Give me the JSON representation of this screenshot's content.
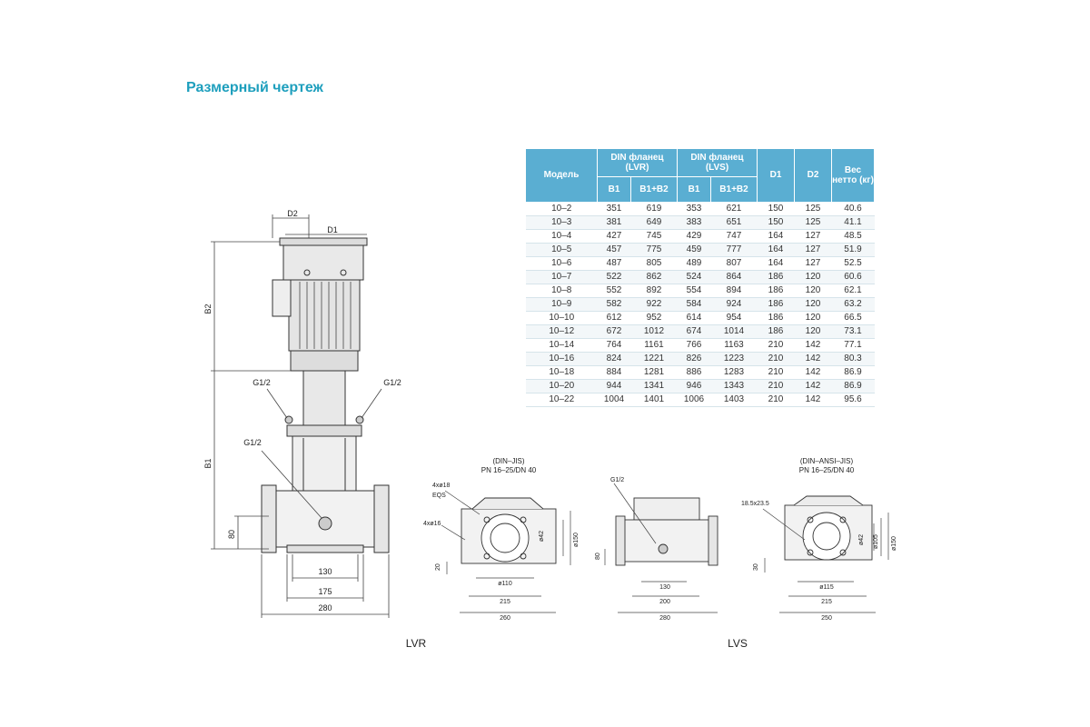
{
  "title": "Размерный чертеж",
  "table": {
    "header_model": "Модель",
    "header_din_lvr": "DIN фланец (LVR)",
    "header_din_lvs": "DIN фланец (LVS)",
    "header_d1": "D1",
    "header_d2": "D2",
    "header_weight": "Вес нетто (кг)",
    "sub_b1": "B1",
    "sub_b1b2": "B1+B2",
    "rows": [
      [
        "10–2",
        "351",
        "619",
        "353",
        "621",
        "150",
        "125",
        "40.6"
      ],
      [
        "10–3",
        "381",
        "649",
        "383",
        "651",
        "150",
        "125",
        "41.1"
      ],
      [
        "10–4",
        "427",
        "745",
        "429",
        "747",
        "164",
        "127",
        "48.5"
      ],
      [
        "10–5",
        "457",
        "775",
        "459",
        "777",
        "164",
        "127",
        "51.9"
      ],
      [
        "10–6",
        "487",
        "805",
        "489",
        "807",
        "164",
        "127",
        "52.5"
      ],
      [
        "10–7",
        "522",
        "862",
        "524",
        "864",
        "186",
        "120",
        "60.6"
      ],
      [
        "10–8",
        "552",
        "892",
        "554",
        "894",
        "186",
        "120",
        "62.1"
      ],
      [
        "10–9",
        "582",
        "922",
        "584",
        "924",
        "186",
        "120",
        "63.2"
      ],
      [
        "10–10",
        "612",
        "952",
        "614",
        "954",
        "186",
        "120",
        "66.5"
      ],
      [
        "10–12",
        "672",
        "1012",
        "674",
        "1014",
        "186",
        "120",
        "73.1"
      ],
      [
        "10–14",
        "764",
        "1161",
        "766",
        "1163",
        "210",
        "142",
        "77.1"
      ],
      [
        "10–16",
        "824",
        "1221",
        "826",
        "1223",
        "210",
        "142",
        "80.3"
      ],
      [
        "10–18",
        "884",
        "1281",
        "886",
        "1283",
        "210",
        "142",
        "86.9"
      ],
      [
        "10–20",
        "944",
        "1341",
        "946",
        "1343",
        "210",
        "142",
        "86.9"
      ],
      [
        "10–22",
        "1004",
        "1401",
        "1006",
        "1403",
        "210",
        "142",
        "95.6"
      ]
    ]
  },
  "pump": {
    "d2": "D2",
    "d1": "D1",
    "b2": "B2",
    "b1": "B1",
    "g_left": "G1/2",
    "g_right": "G1/2",
    "g_drain": "G1/2",
    "dim_80": "80",
    "dim_130": "130",
    "dim_175": "175",
    "dim_280": "280"
  },
  "flange_lvr": {
    "head1": "(DIN–JIS)",
    "head2": "PN 16–25/DN 40",
    "hole1": "4xø18",
    "eqs": "EQS",
    "hole2": "4xø16",
    "dim_20": "20",
    "dim_d42": "ø42",
    "dim_d150": "ø150",
    "dim_d110": "ø110",
    "dim_215": "215",
    "dim_260": "260"
  },
  "flange_lvs_side": {
    "g": "G1/2",
    "dim_80": "80",
    "dim_130": "130",
    "dim_200": "200",
    "dim_280": "280"
  },
  "flange_lvs": {
    "head1": "(DIN–ANSI–JIS)",
    "head2": "PN 16–25/DN 40",
    "hole": "18.5x23.5",
    "dim_30": "30",
    "dim_d42": "ø42",
    "dim_d105": "ø105",
    "dim_d150": "ø150",
    "dim_d115": "ø115",
    "dim_215": "215",
    "dim_250": "250"
  },
  "captions": {
    "lvr": "LVR",
    "lvs": "LVS"
  }
}
